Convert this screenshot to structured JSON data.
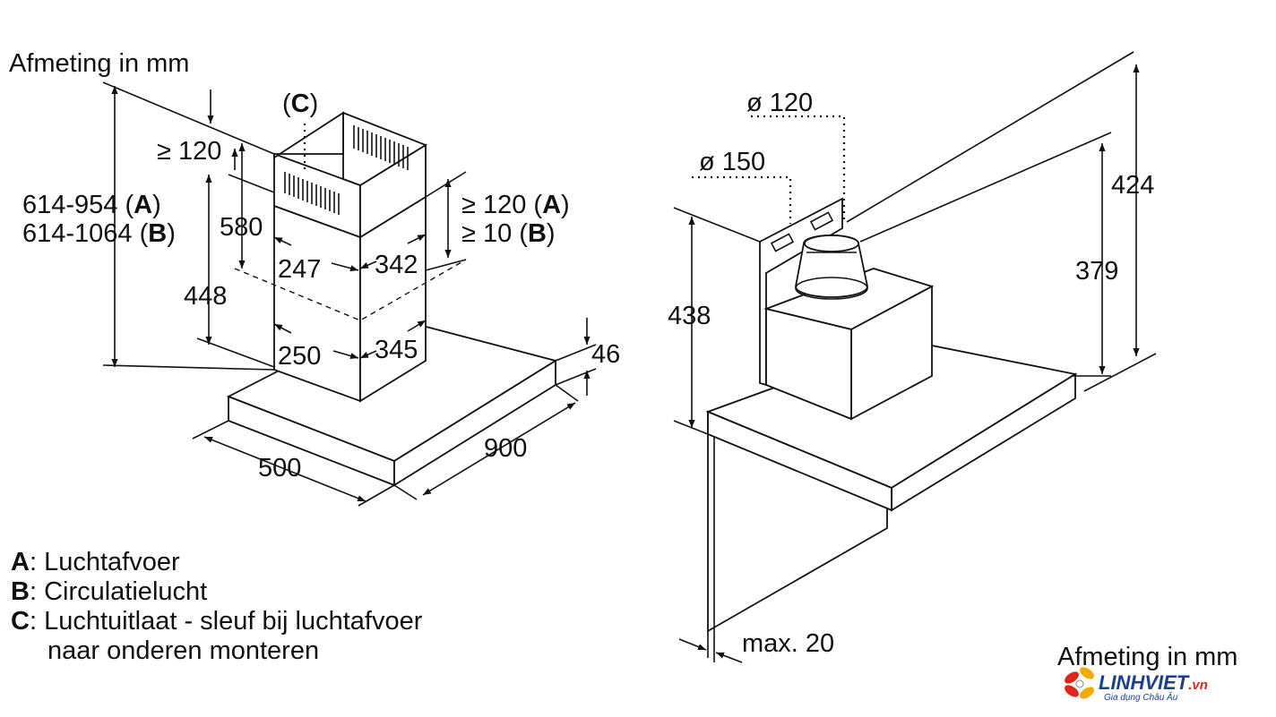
{
  "left_view": {
    "unit_label": "Afmeting in mm",
    "chimney_total": {
      "line_a_value": "614-954",
      "line_a_key": "A",
      "line_b_value": "614-1064",
      "line_b_key": "B"
    },
    "clearance_top": "≥ 120",
    "upper_chimney_height": "580",
    "lower_chimney_height": "448",
    "outlet_callout": "C",
    "clearance_right": {
      "line_a_value": "≥ 120",
      "line_a_key": "A",
      "line_b_value": "≥ 10",
      "line_b_key": "B"
    },
    "upper_width": "247",
    "upper_depth": "342",
    "lower_width": "250",
    "lower_depth": "345",
    "canopy_height": "46",
    "canopy_depth": "500",
    "canopy_width": "900"
  },
  "right_view": {
    "duct_small": "ø 120",
    "duct_large": "ø 150",
    "total_height": "424",
    "inner_height": "379",
    "bracket_height": "438",
    "wall_gap": "max. 20",
    "unit_label": "Afmeting in mm"
  },
  "legend": [
    {
      "key": "A",
      "text": ": Luchtafvoer"
    },
    {
      "key": "B",
      "text": ": Circulatielucht"
    },
    {
      "key": "C",
      "text": ": Luchtuitlaat - sleuf bij luchtafvoer"
    },
    {
      "key": "",
      "text": "naar onderen monteren"
    }
  ],
  "watermark": {
    "brand": "LINHVIET",
    "suffix": ".vn",
    "tagline": "Gia dụng Châu Âu"
  }
}
